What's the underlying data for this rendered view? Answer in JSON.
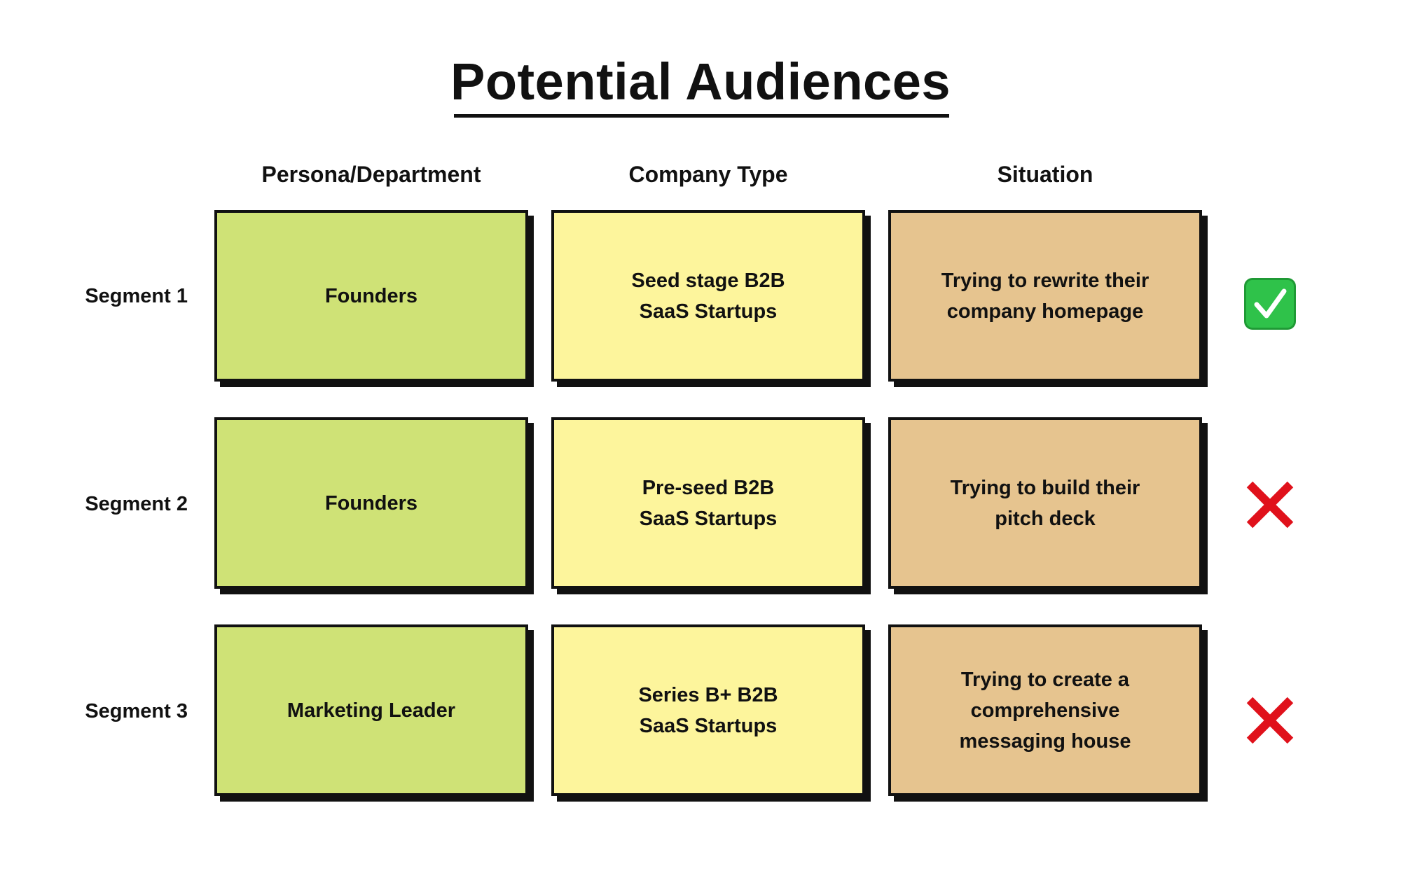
{
  "title": "Potential Audiences",
  "columns": {
    "persona": "Persona/Department",
    "company": "Company Type",
    "situation": "Situation"
  },
  "rows": [
    {
      "label": "Segment 1",
      "persona": "Founders",
      "company": "Seed stage B2B SaaS Startups",
      "situation": "Trying to rewrite their company homepage",
      "status": "check-mark-icon"
    },
    {
      "label": "Segment 2",
      "persona": "Founders",
      "company": "Pre-seed B2B SaaS Startups",
      "situation": "Trying to build their pitch deck",
      "status": "cross-mark-icon"
    },
    {
      "label": "Segment 3",
      "persona": "Marketing Leader",
      "company": "Series B+ B2B SaaS Startups",
      "situation": "Trying to create a comprehensive messaging house",
      "status": "cross-mark-icon"
    }
  ],
  "colors": {
    "persona_fill": "#cfe276",
    "company_fill": "#fdf59c",
    "situation_fill": "#e6c48f",
    "check": "#2fc24a",
    "cross": "#e0111b"
  }
}
